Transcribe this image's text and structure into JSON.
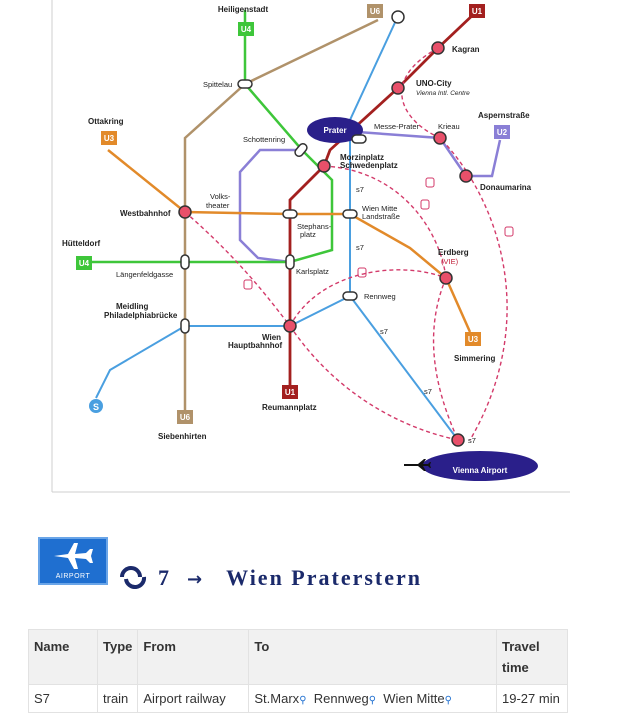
{
  "map": {
    "stations": {
      "heiligenstadt": "Heiligenstadt",
      "kagran": "Kagran",
      "spittelau": "Spittelau",
      "uno_city": "UNO-City",
      "uno_city_sub": "Vienna Intl. Centre",
      "ottakring": "Ottakring",
      "aspernstrasse": "Aspernstraße",
      "prater": "Prater",
      "messe_prater": "Messe-Prater",
      "krieau": "Krieau",
      "schottenring": "Schottenring",
      "praterstern_1": "Morzinplatz",
      "praterstern_2": "Schwedenplatz",
      "donaumarina": "Donaumarina",
      "volkstheater_1": "Volks-",
      "volkstheater_2": "theater",
      "westbahnhof": "Westbahnhof",
      "wien_mitte_1": "Wien Mitte",
      "wien_mitte_2": "Landstraße",
      "stephansplatz_1": "Stephans-",
      "stephansplatz_2": "platz",
      "huetteldorf": "Hütteldorf",
      "erdberg": "Erdberg",
      "erdberg_sub": "(VIE)",
      "laengenfeldgasse": "Längenfeldgasse",
      "karlsplatz": "Karlsplatz",
      "rennweg": "Rennweg",
      "meidling_1": "Meidling",
      "meidling_2": "Philadelphiabrücke",
      "simmering": "Simmering",
      "hauptbahnhof_1": "Wien",
      "hauptbahnhof_2": "Hauptbahnhof",
      "reumannplatz": "Reumannplatz",
      "siebenhirten": "Siebenhirten",
      "vienna_airport": "Vienna Airport"
    },
    "line_badges": {
      "u1": "U1",
      "u2": "U2",
      "u3": "U3",
      "u4": "U4",
      "u6": "U6"
    },
    "s7_labels": [
      "s7",
      "s7",
      "s7",
      "s7",
      "s7"
    ],
    "colors": {
      "u1": "#a3201f",
      "u2": "#8a7fd6",
      "u3": "#e28a2a",
      "u4": "#3ec63a",
      "u6": "#b0926a",
      "s7": "#4a9fe0",
      "cat": "#d33a6a",
      "station_fill": "#e8506a",
      "prater_fill": "#2a1f8a"
    }
  },
  "heading": {
    "airport_box_label": "AIRPORT",
    "s7_badge": "7",
    "arrow": "→",
    "destination": "Wien Praterstern"
  },
  "table": {
    "headers": [
      "Name",
      "Type",
      "From",
      "To",
      "Travel time"
    ],
    "rows": [
      {
        "name": "S7",
        "type": "train",
        "from": "Airport railway",
        "to_stops": [
          "St.Marx",
          "Rennweg",
          "Wien Mitte"
        ],
        "time": "19-27 min"
      }
    ]
  }
}
